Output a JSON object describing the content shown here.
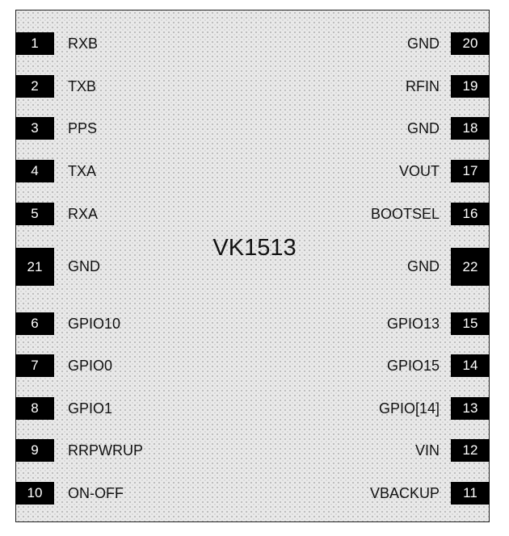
{
  "title": "VK1513",
  "left_pins": [
    {
      "number": "1",
      "label": "RXB"
    },
    {
      "number": "2",
      "label": "TXB"
    },
    {
      "number": "3",
      "label": "PPS"
    },
    {
      "number": "4",
      "label": "TXA"
    },
    {
      "number": "5",
      "label": "RXA"
    },
    {
      "number": "21",
      "label": "GND"
    },
    {
      "number": "6",
      "label": "GPIO10"
    },
    {
      "number": "7",
      "label": "GPIO0"
    },
    {
      "number": "8",
      "label": "GPIO1"
    },
    {
      "number": "9",
      "label": "RRPWRUP"
    },
    {
      "number": "10",
      "label": "ON-OFF"
    }
  ],
  "right_pins": [
    {
      "number": "20",
      "label": "GND"
    },
    {
      "number": "19",
      "label": "RFIN"
    },
    {
      "number": "18",
      "label": "GND"
    },
    {
      "number": "17",
      "label": "VOUT"
    },
    {
      "number": "16",
      "label": "BOOTSEL"
    },
    {
      "number": "22",
      "label": "GND"
    },
    {
      "number": "15",
      "label": "GPIO13"
    },
    {
      "number": "14",
      "label": "GPIO15"
    },
    {
      "number": "13",
      "label": "GPIO[14]"
    },
    {
      "number": "12",
      "label": "VIN"
    },
    {
      "number": "11",
      "label": "VBACKUP"
    }
  ],
  "colors": {
    "pad": "#000000",
    "pad_text": "#ffffff",
    "body": "#e9e9e9",
    "text": "#111111"
  }
}
